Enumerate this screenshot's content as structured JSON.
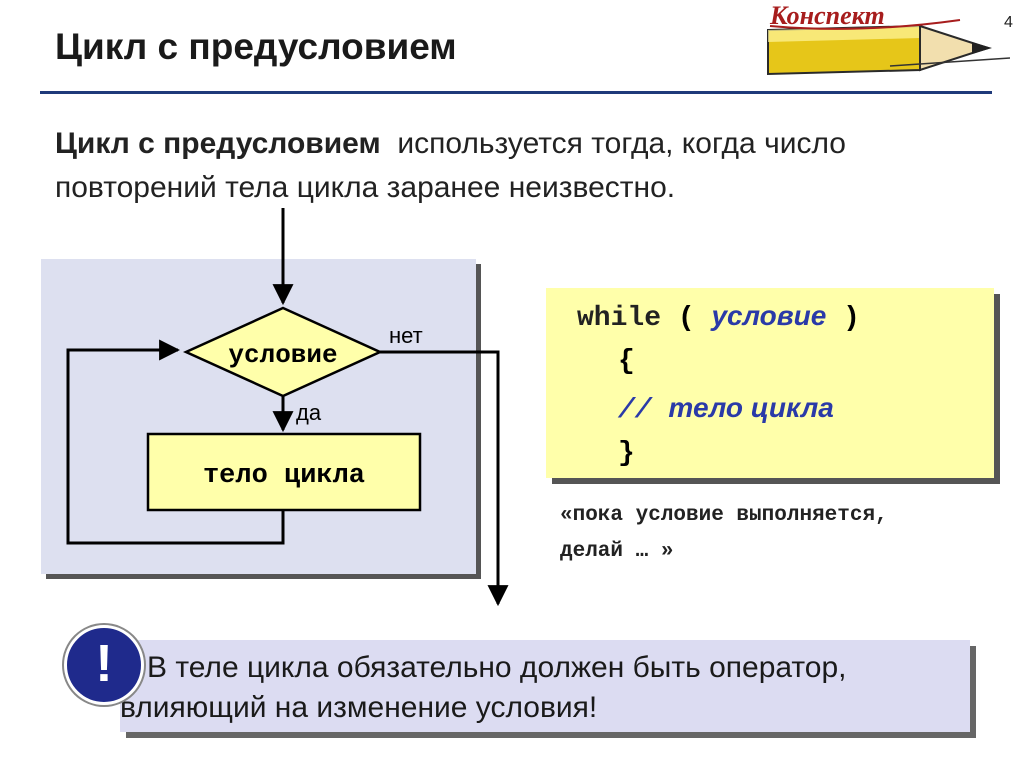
{
  "header": {
    "title": "Цикл с предусловием",
    "page_number": "4",
    "logo_text": "Конспект"
  },
  "intro": {
    "term": "Цикл с предусловием",
    "text_1": "используется тогда, когда число",
    "text_2": "повторений тела цикла заранее неизвестно."
  },
  "flowchart": {
    "condition_label": "условие",
    "no_label": "нет",
    "yes_label": "да",
    "body_label": "тело цикла"
  },
  "code": {
    "keyword": "while",
    "open_paren": "(",
    "condition": "условие",
    "close_paren": ")",
    "open_brace": "{",
    "comment_marker": "//",
    "comment": "тело цикла",
    "close_brace": "}"
  },
  "meaning": {
    "line_1": "«пока условие выполняется,",
    "line_2": "делай … »"
  },
  "note": {
    "icon_symbol": "!",
    "line_1": "В теле цикла обязательно должен быть оператор,",
    "line_2": "влияющий на изменение условия!"
  },
  "colors": {
    "accent": "#1f3a7a",
    "flow_bg": "#dde0f0",
    "shape_fill": "#ffffaa",
    "code_blue": "#2a3aa8",
    "note_icon": "#1f2a8c"
  }
}
